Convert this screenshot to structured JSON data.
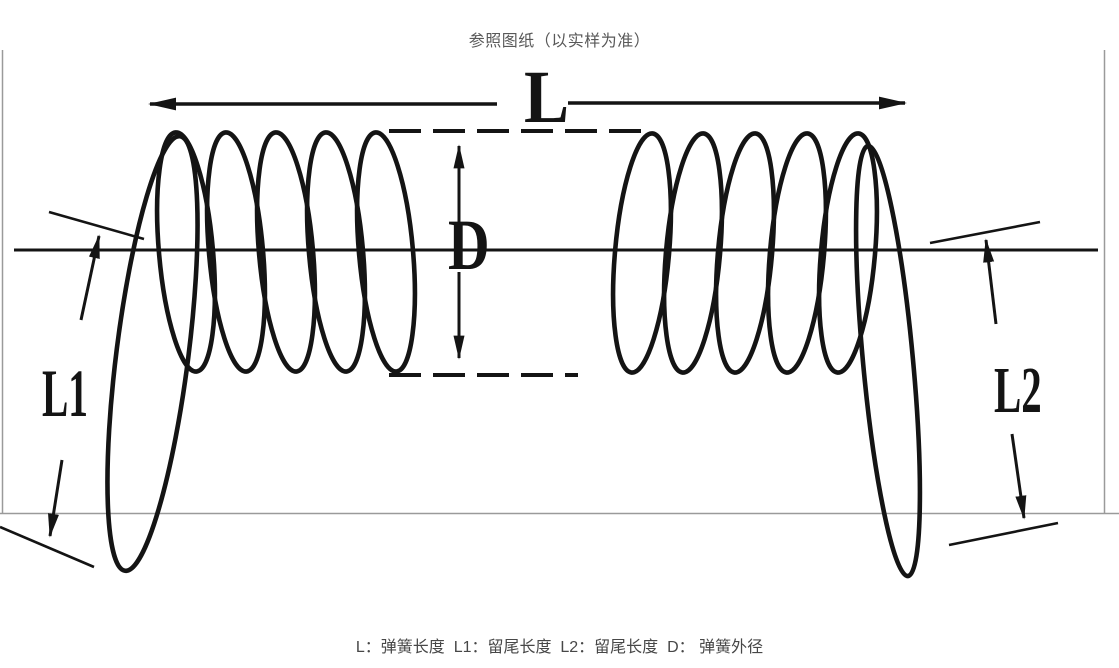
{
  "title": "参照图纸（以实样为准）",
  "caption": {
    "text": "L：弹簧长度  L1：留尾长度  L2：留尾长度  D： 弹簧外径",
    "legend": [
      {
        "symbol": "L",
        "meaning": "弹簧长度"
      },
      {
        "symbol": "L1",
        "meaning": "留尾长度"
      },
      {
        "symbol": "L2",
        "meaning": "留尾长度"
      },
      {
        "symbol": "D",
        "meaning": "弹簧外径"
      }
    ]
  },
  "diagram": {
    "labels": {
      "length": "L",
      "diameter": "D",
      "tail_left": "L1",
      "tail_right": "L2"
    },
    "colors": {
      "ink": "#141414",
      "frame_line": "#9a9a9a",
      "title_text": "#595959",
      "caption_text": "#474747",
      "background": "#ffffff"
    }
  }
}
